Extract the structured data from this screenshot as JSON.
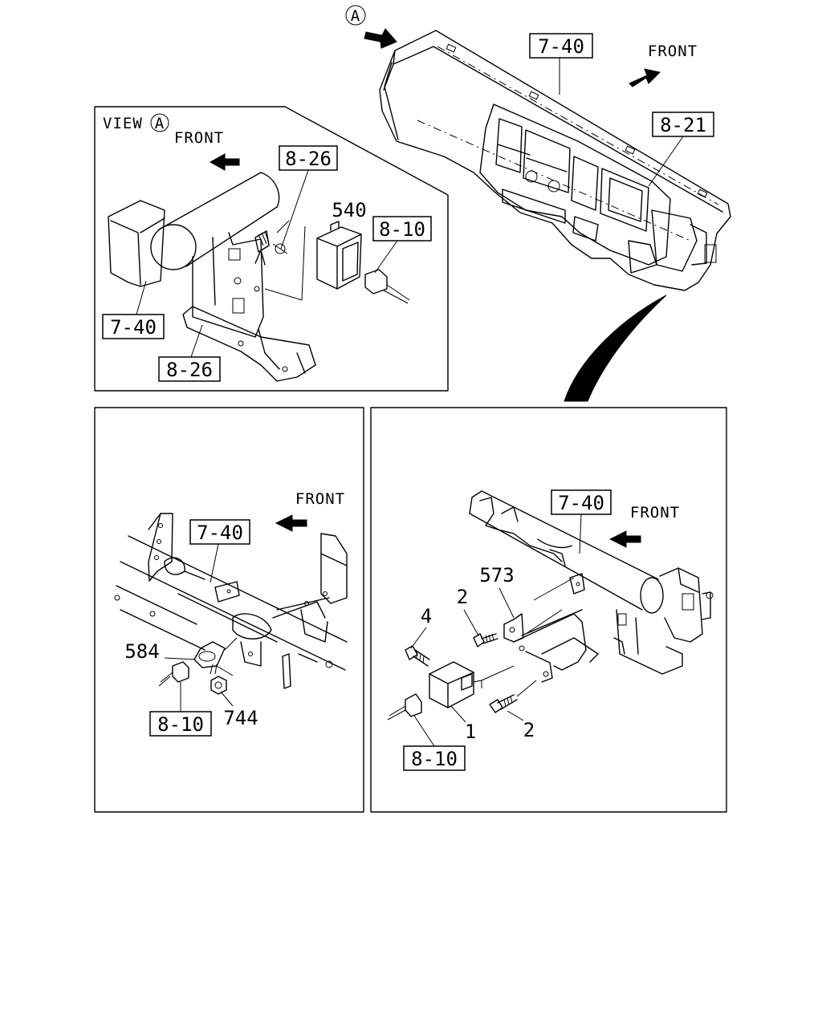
{
  "view": {
    "marker": "A",
    "view_label": "VIEW",
    "front": "FRONT"
  },
  "refs": {
    "r740": "7-40",
    "r821": "8-21",
    "r826": "8-26",
    "r810": "8-10"
  },
  "parts": {
    "p540": "540",
    "p584": "584",
    "p744": "744",
    "p573": "573",
    "p1": "1",
    "p2": "2",
    "p4": "4"
  }
}
